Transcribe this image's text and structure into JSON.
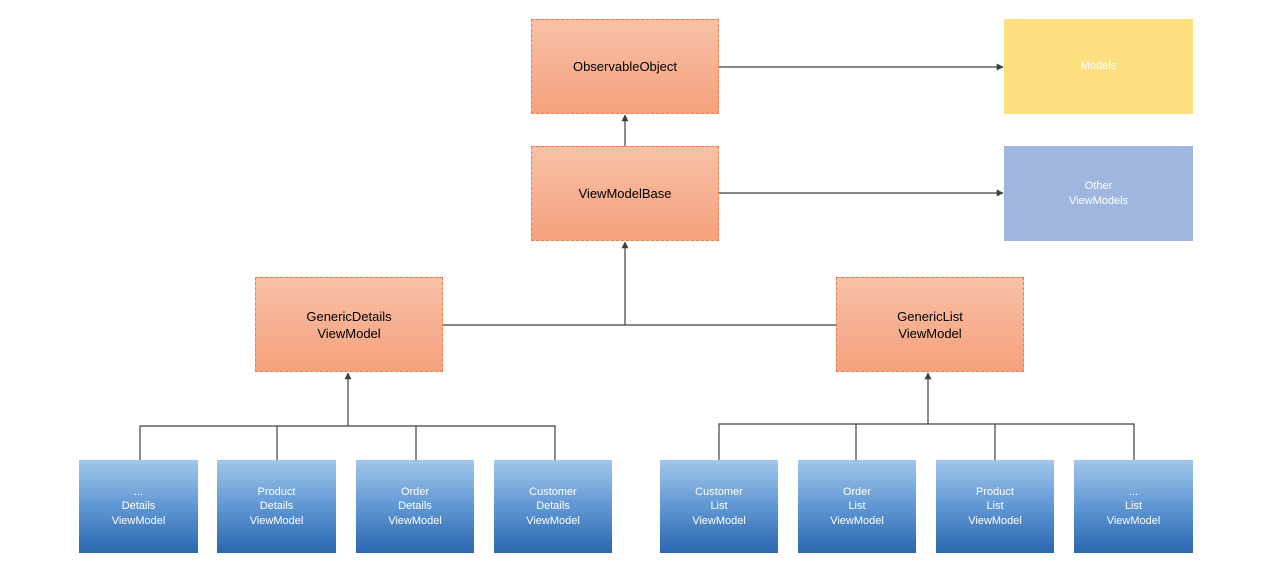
{
  "nodes": {
    "observable_object": {
      "lines": [
        "ObservableObject"
      ]
    },
    "models": {
      "lines": [
        "Models"
      ]
    },
    "view_model_base": {
      "lines": [
        "ViewModelBase"
      ]
    },
    "other_view_models": {
      "lines": [
        "Other",
        "ViewModels"
      ]
    },
    "generic_details": {
      "lines": [
        "GenericDetails",
        "ViewModel"
      ]
    },
    "generic_list": {
      "lines": [
        "GenericList",
        "ViewModel"
      ]
    },
    "details_leaves": [
      {
        "lines": [
          "...",
          "Details",
          "ViewModel"
        ]
      },
      {
        "lines": [
          "Product",
          "Details",
          "ViewModel"
        ]
      },
      {
        "lines": [
          "Order",
          "Details",
          "ViewModel"
        ]
      },
      {
        "lines": [
          "Customer",
          "Details",
          "ViewModel"
        ]
      }
    ],
    "list_leaves": [
      {
        "lines": [
          "Customer",
          "List",
          "ViewModel"
        ]
      },
      {
        "lines": [
          "Order",
          "List",
          "ViewModel"
        ]
      },
      {
        "lines": [
          "Product",
          "List",
          "ViewModel"
        ]
      },
      {
        "lines": [
          "...",
          "List",
          "ViewModel"
        ]
      }
    ]
  },
  "colors": {
    "orange_border": "#ed7d4f",
    "orange_fill_top": "#f8c0a6",
    "orange_fill_bottom": "#f5a17d",
    "models_fill": "#fddf7f",
    "other_view_models_fill": "#9fb6df",
    "leaf_fill_top": "#a2c7ea",
    "leaf_fill_bottom": "#2a67b0",
    "connector": "#404040"
  }
}
